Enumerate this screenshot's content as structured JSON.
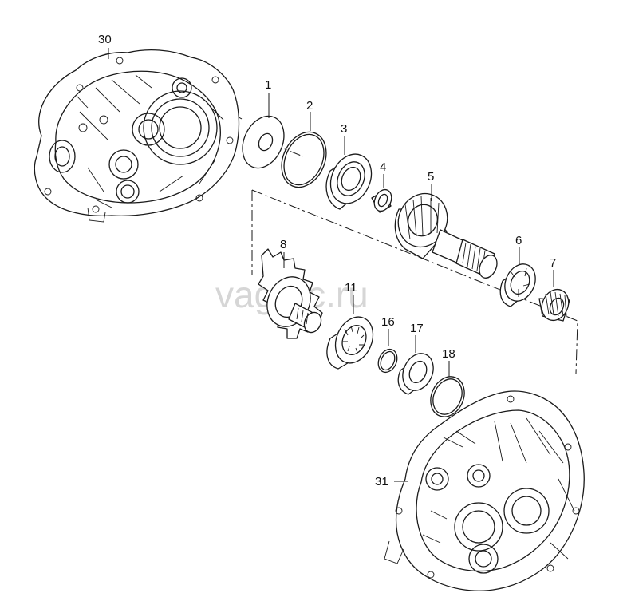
{
  "watermark": "vagrec.ru",
  "part_numbers": {
    "p1": "1",
    "p2": "2",
    "p3": "3",
    "p4": "4",
    "p5": "5",
    "p6": "6",
    "p7": "7",
    "p8": "8",
    "p11": "11",
    "p16": "16",
    "p17": "17",
    "p18": "18",
    "p30": "30",
    "p31": "31"
  },
  "colors": {
    "line": "#1a1a1a",
    "watermark": "#c9c9c9",
    "background": "#ffffff"
  }
}
